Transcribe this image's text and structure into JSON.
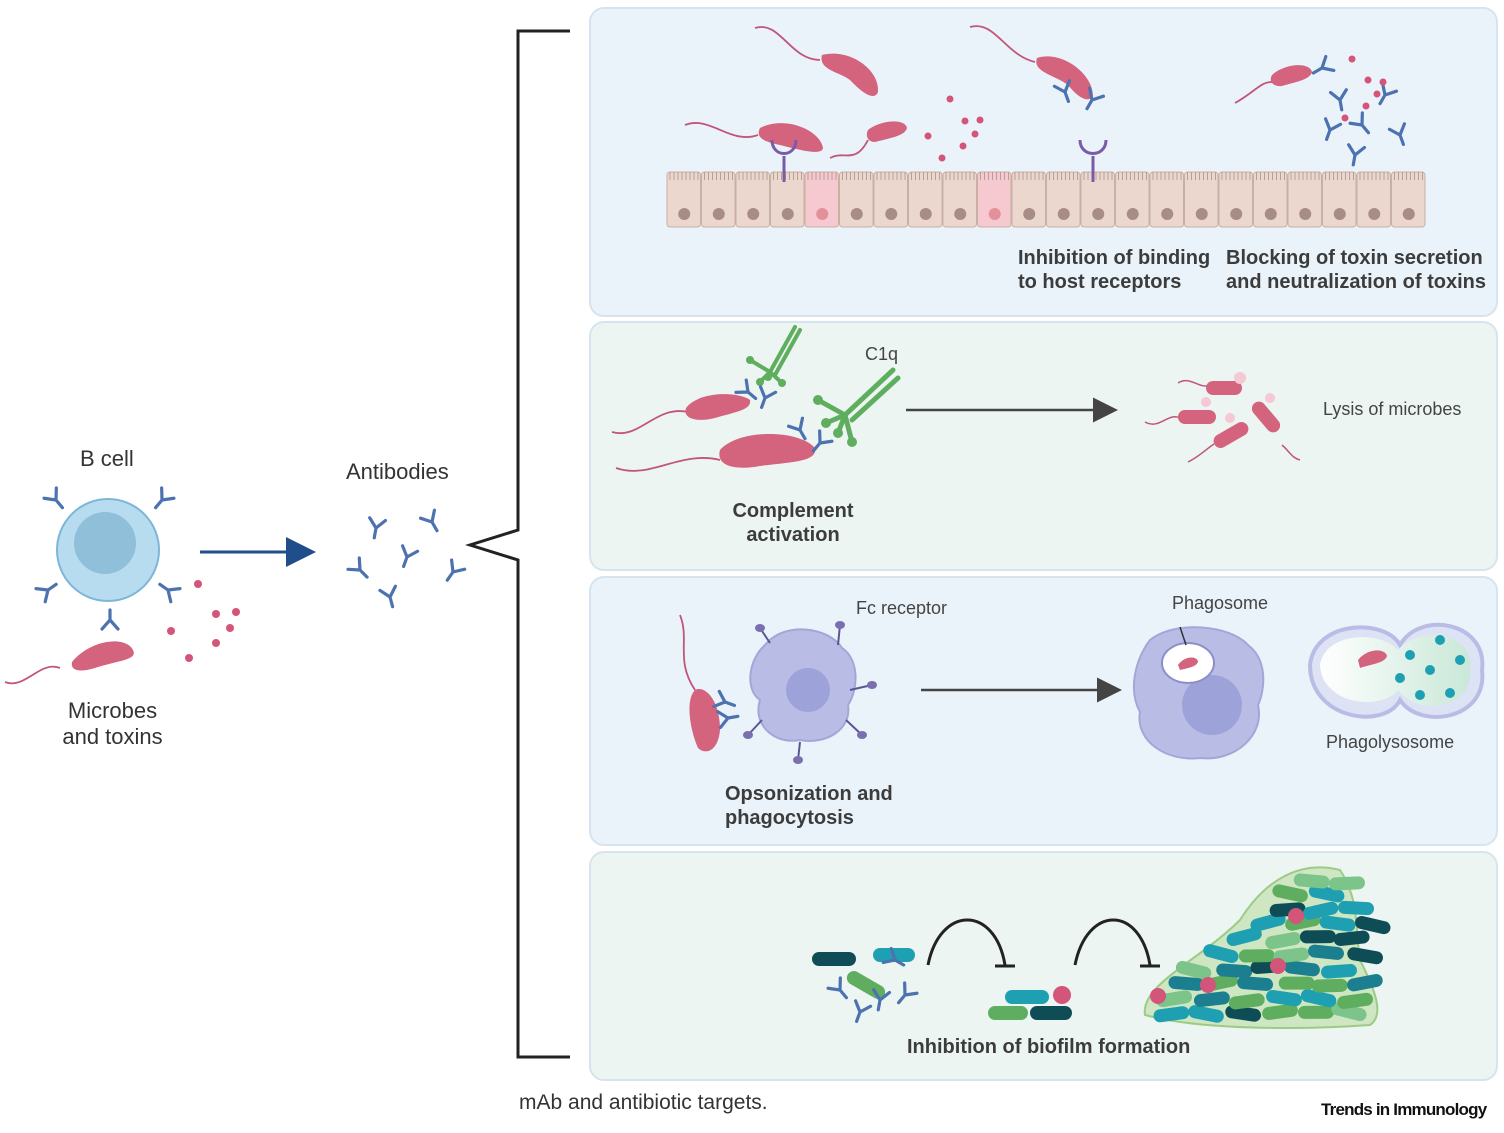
{
  "left": {
    "b_cell": "B cell",
    "microbes_line1": "Microbes",
    "microbes_line2": "and toxins",
    "antibodies": "Antibodies"
  },
  "panels": {
    "p1": {
      "inhibition_line1": "Inhibition of binding",
      "inhibition_line2": "to host receptors",
      "blocking_line1": "Blocking of toxin secretion",
      "blocking_line2": "and neutralization of toxins"
    },
    "p2": {
      "c1q": "C1q",
      "lysis": "Lysis of microbes",
      "complement_line1": "Complement",
      "complement_line2": "activation"
    },
    "p3": {
      "fc_receptor": "Fc receptor",
      "phagosome": "Phagosome",
      "phagolysosome": "Phagolysosome",
      "opson_line1": "Opsonization and",
      "opson_line2": "phagocytosis"
    },
    "p4": {
      "biofilm": "Inhibition of biofilm formation"
    }
  },
  "caption": "mAb and antibiotic targets.",
  "journal": "Trends in Immunology",
  "colors": {
    "panel_blue": "#eaf3fa",
    "panel_green": "#ecf5f1",
    "panel_border": "#d6e4ef",
    "microbe_pink": "#d4637e",
    "antibody_blue": "#4d72b0",
    "arrow_navy": "#1f4e8a",
    "c1q_green": "#5fae5f",
    "phagocyte_lavender": "#b9bde6",
    "biofilm_teal": "#1fa0b2",
    "biofilm_dark": "#0e4d55"
  }
}
